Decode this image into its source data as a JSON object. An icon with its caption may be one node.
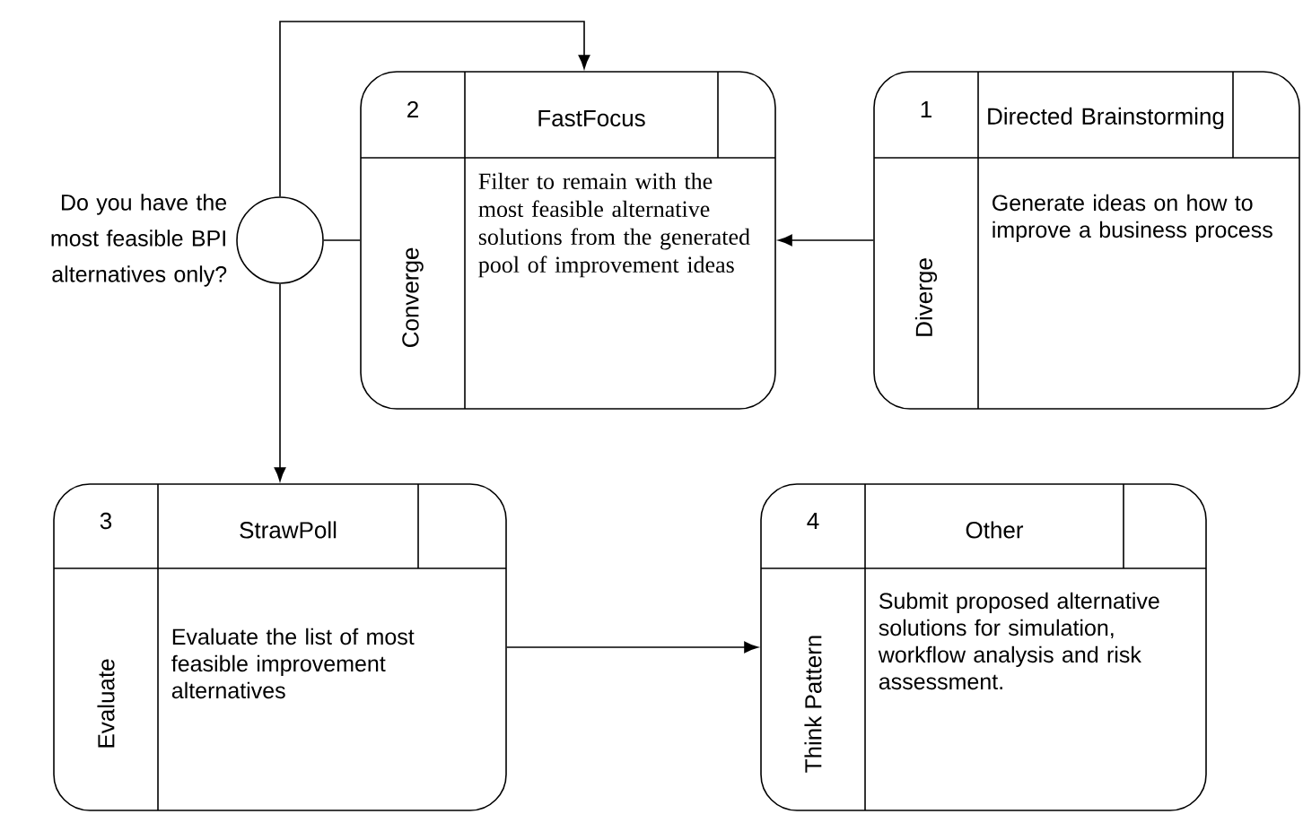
{
  "diagram": {
    "nodes": [
      {
        "text": [],
        "shape": "circle",
        "beside": [
          "Do you have the most feasible BPI alternatives only?"
        ]
      },
      {
        "text": [
          "2",
          "FastFocus",
          "Converge",
          "Filter to remain with the most feasible alternative solutions from the generated pool of improvement ideas"
        ]
      },
      {
        "text": [
          "1",
          "Directed Brainstorming",
          "Diverge",
          "Generate ideas on how to improve a business process"
        ]
      },
      {
        "text": [
          "3",
          "StrawPoll",
          "Evaluate",
          "Evaluate the list of most feasible improvement alternatives"
        ]
      },
      {
        "text": [
          "4",
          "Other",
          "Think Pattern",
          "Submit proposed alternative solutions for simulation, workflow analysis and risk assessment."
        ]
      }
    ],
    "edges": [
      {
        "from": 2,
        "to": 1,
        "arrow": "to"
      },
      {
        "from": 1,
        "to": 0,
        "arrow": "none"
      },
      {
        "from": 0,
        "to": 1,
        "arrow": "to"
      },
      {
        "from": 0,
        "to": 3,
        "arrow": "to"
      },
      {
        "from": 3,
        "to": 4,
        "arrow": "to"
      }
    ]
  }
}
